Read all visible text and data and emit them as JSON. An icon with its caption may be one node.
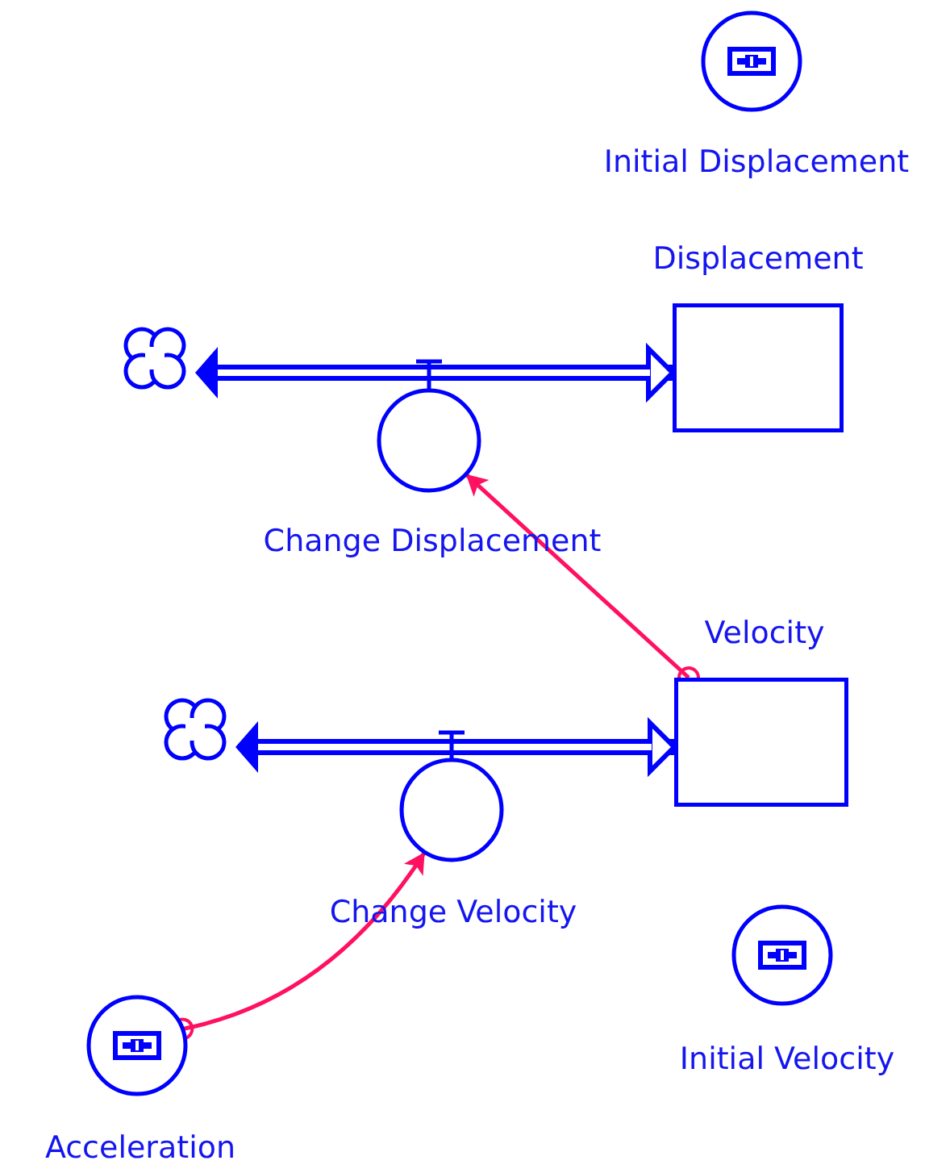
{
  "diagram": {
    "nodes": [
      {
        "text": [
          "Initial Displacement"
        ]
      },
      {
        "text": [
          "Displacement"
        ]
      },
      {
        "text": [],
        "shape": "cloud"
      },
      {
        "text": [
          "Change Displacement"
        ]
      },
      {
        "text": [
          "Velocity"
        ]
      },
      {
        "text": [],
        "shape": "cloud"
      },
      {
        "text": [
          "Change Velocity"
        ]
      },
      {
        "text": [
          "Initial Velocity"
        ]
      },
      {
        "text": [
          "Acceleration"
        ]
      }
    ],
    "edges": [
      {
        "from": 2,
        "to": 1,
        "arrow": "both",
        "style": "thick",
        "color": "#0000ff"
      },
      {
        "from": 4,
        "to": 3,
        "arrow": "to",
        "color": "#ff1060"
      },
      {
        "from": 5,
        "to": 4,
        "arrow": "both",
        "style": "thick",
        "color": "#0000ff"
      },
      {
        "from": 8,
        "to": 6,
        "arrow": "to",
        "color": "#ff1060"
      }
    ]
  }
}
